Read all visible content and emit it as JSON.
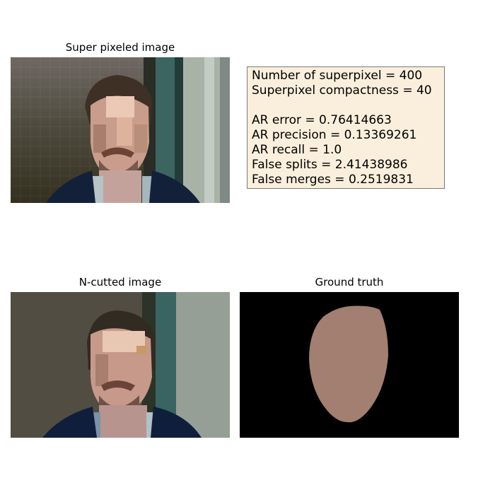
{
  "panels": {
    "superpixel": {
      "title": "Super pixeled image"
    },
    "ncut": {
      "title": "N-cutted image"
    },
    "ground_truth": {
      "title": "Ground truth"
    }
  },
  "stats": {
    "lines_top": [
      "Number of superpixel = 400",
      "Superpixel compactness = 40"
    ],
    "lines_bottom": [
      "AR error = 0.76414663",
      "AR precision = 0.13369261",
      "AR recall = 1.0",
      "False splits = 2.41438986",
      "False merges = 0.2519831"
    ]
  },
  "colors": {
    "stats_bg": "#faefdc",
    "stats_border": "#7a7a7a",
    "gt_background": "#000000",
    "gt_face": "#a27f70"
  }
}
